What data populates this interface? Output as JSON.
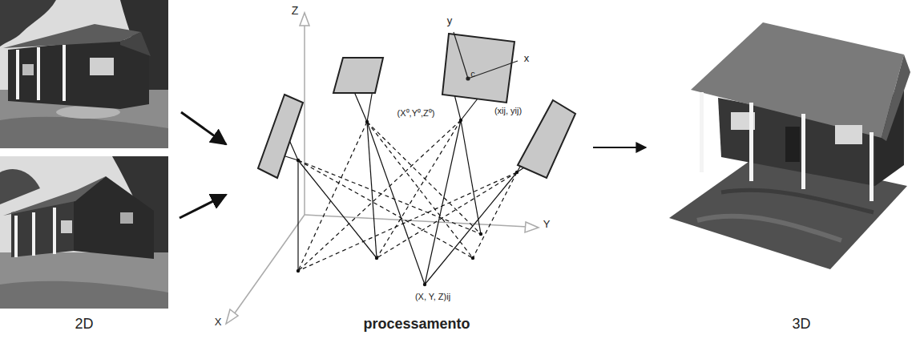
{
  "diagram": {
    "labels": [
      "2D",
      "processamento",
      "3D",
      "Z",
      "y",
      "c",
      "x",
      "(X⁰,Y⁰,Z⁰)",
      "(xij, yij)",
      "Y",
      "X",
      "(X, Y, Z)ij"
    ]
  }
}
